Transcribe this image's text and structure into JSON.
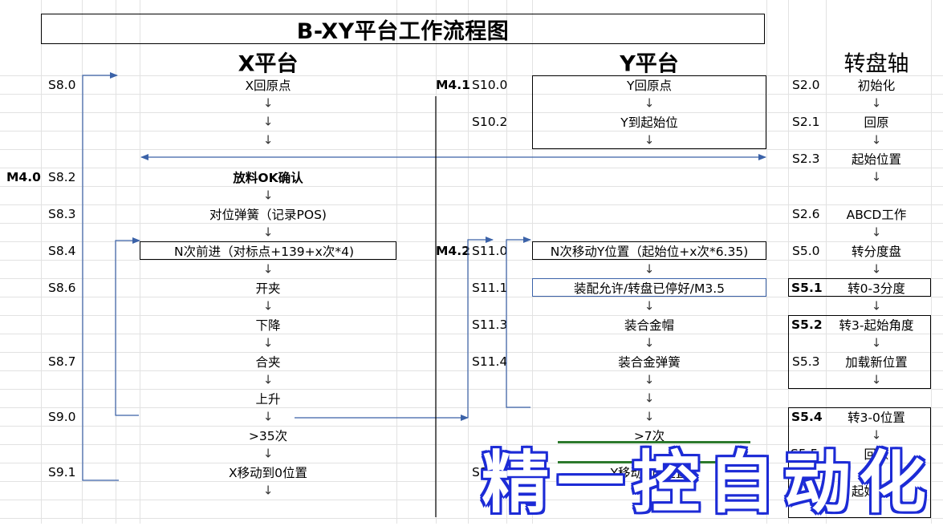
{
  "title": "B-XY平台工作流程图",
  "headers": {
    "x": "X平台",
    "y": "Y平台",
    "turntable": "转盘轴"
  },
  "markers": {
    "m40": "M4.0",
    "m41": "M4.1",
    "m42": "M4.2"
  },
  "x_steps": [
    {
      "code": "S8.0",
      "text": "X回原点"
    },
    {
      "code": "S8.2",
      "text": "放料OK确认"
    },
    {
      "code": "S8.3",
      "text": "对位弹簧（记录POS)"
    },
    {
      "code": "S8.4",
      "text": "N次前进（对标点+139+x次*4)"
    },
    {
      "code": "S8.6",
      "text": "开夹"
    },
    {
      "code": "",
      "text": "下降"
    },
    {
      "code": "S8.7",
      "text": "合夹"
    },
    {
      "code": "",
      "text": "上升"
    },
    {
      "code": "S9.0",
      "text": ""
    },
    {
      "code": "",
      "text": ">35次"
    },
    {
      "code": "S9.1",
      "text": "X移动到0位置"
    }
  ],
  "y_steps": [
    {
      "code": "S10.0",
      "text": "Y回原点"
    },
    {
      "code": "S10.2",
      "text": "Y到起始位"
    },
    {
      "code": "S11.0",
      "text": "N次移动Y位置（起始位+x次*6.35)"
    },
    {
      "code": "S11.1",
      "text": "装配允许/转盘已停好/M3.5"
    },
    {
      "code": "S11.3",
      "text": "装合金帽"
    },
    {
      "code": "S11.4",
      "text": "装合金弹簧"
    },
    {
      "code": "",
      "text": ">7次"
    },
    {
      "code": "S11",
      "text": "Y移动到0位置"
    }
  ],
  "t_steps": [
    {
      "code": "S2.0",
      "text": "初始化"
    },
    {
      "code": "S2.1",
      "text": "回原"
    },
    {
      "code": "S2.3",
      "text": "起始位置"
    },
    {
      "code": "S2.6",
      "text": "ABCD工作"
    },
    {
      "code": "S5.0",
      "text": "转分度盘"
    },
    {
      "code": "S5.1",
      "text": "转0-3分度"
    },
    {
      "code": "S5.2",
      "text": "转3-起始角度"
    },
    {
      "code": "S5.3",
      "text": "加载新位置"
    },
    {
      "code": "S5.4",
      "text": "转3-0位置"
    },
    {
      "code": "S5.5",
      "text": "回原"
    },
    {
      "code": "",
      "text": "起始位置"
    }
  ],
  "watermark": "精一控自动化",
  "colors": {
    "flow_line": "#3b62a8",
    "watermark": "#1c2bd6",
    "grid": "#e2e2e2",
    "highlight": "#2d7a2d"
  }
}
